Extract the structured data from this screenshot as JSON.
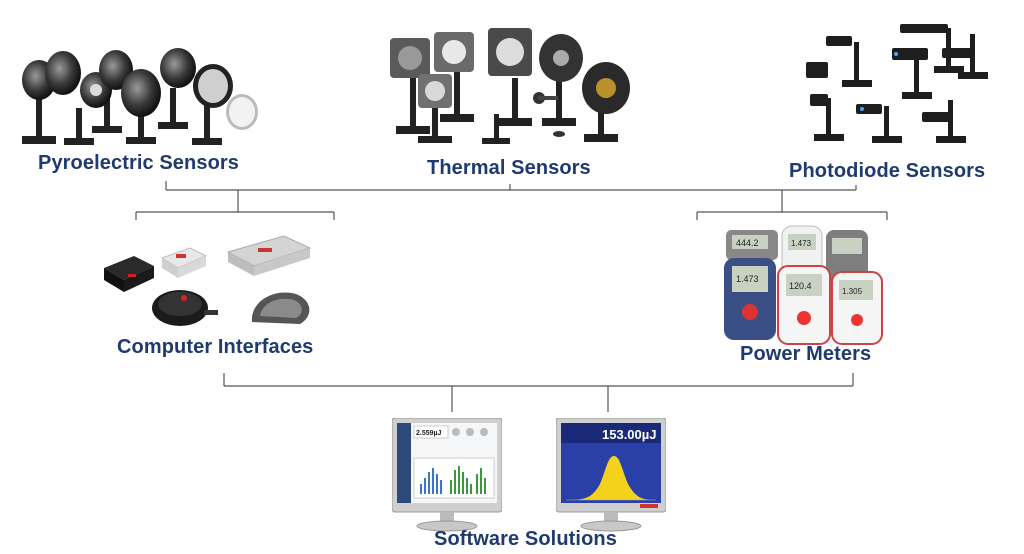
{
  "diagram": {
    "nodes": {
      "pyroelectric": "Pyroelectric Sensors",
      "thermal": "Thermal Sensors",
      "photodiode": "Photodiode Sensors",
      "computer_interfaces": "Computer Interfaces",
      "power_meters": "Power Meters",
      "software": "Software Solutions"
    },
    "readouts": {
      "monitor_right_value": "153.00µJ",
      "monitor_left_value": "2.559µJ",
      "meter_values": [
        "444.2",
        "1.473",
        "1.473",
        "120.4",
        "1.305"
      ]
    }
  }
}
